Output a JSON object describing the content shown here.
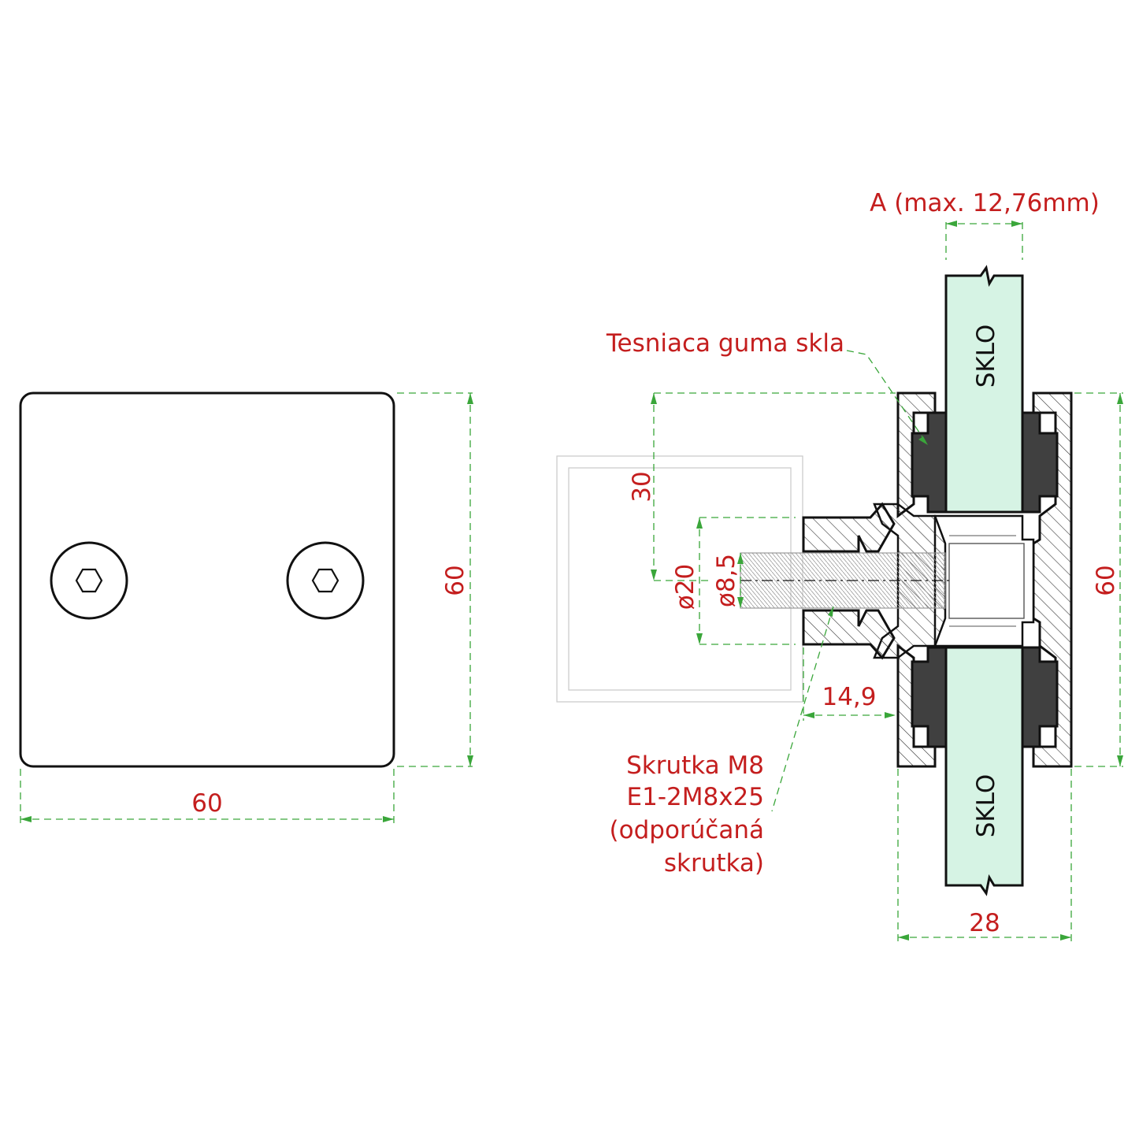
{
  "colors": {
    "line": "#111111",
    "dimension_line": "#3aa63a",
    "dimension_text": "#c41e1e",
    "glass_fill": "#d6f3e4",
    "rubber_fill": "#404040"
  },
  "front_view": {
    "width_label": "60",
    "height_label": "60",
    "icons": [
      "hex-socket-icon",
      "hex-socket-icon"
    ]
  },
  "section_view": {
    "glass_thickness_label": "A (max. 12,76mm)",
    "gasket_label": "Tesniaca guma skla",
    "glass_top_label": "SKLO",
    "glass_bottom_label": "SKLO",
    "dim_30": "30",
    "dim_d20": "ø20",
    "dim_d85": "ø8,5",
    "dim_149": "14,9",
    "dim_height": "60",
    "dim_width": "28",
    "screw_label": [
      "Skrutka M8",
      "E1-2M8x25",
      "(odporúčaná",
      "skrutka)"
    ]
  }
}
